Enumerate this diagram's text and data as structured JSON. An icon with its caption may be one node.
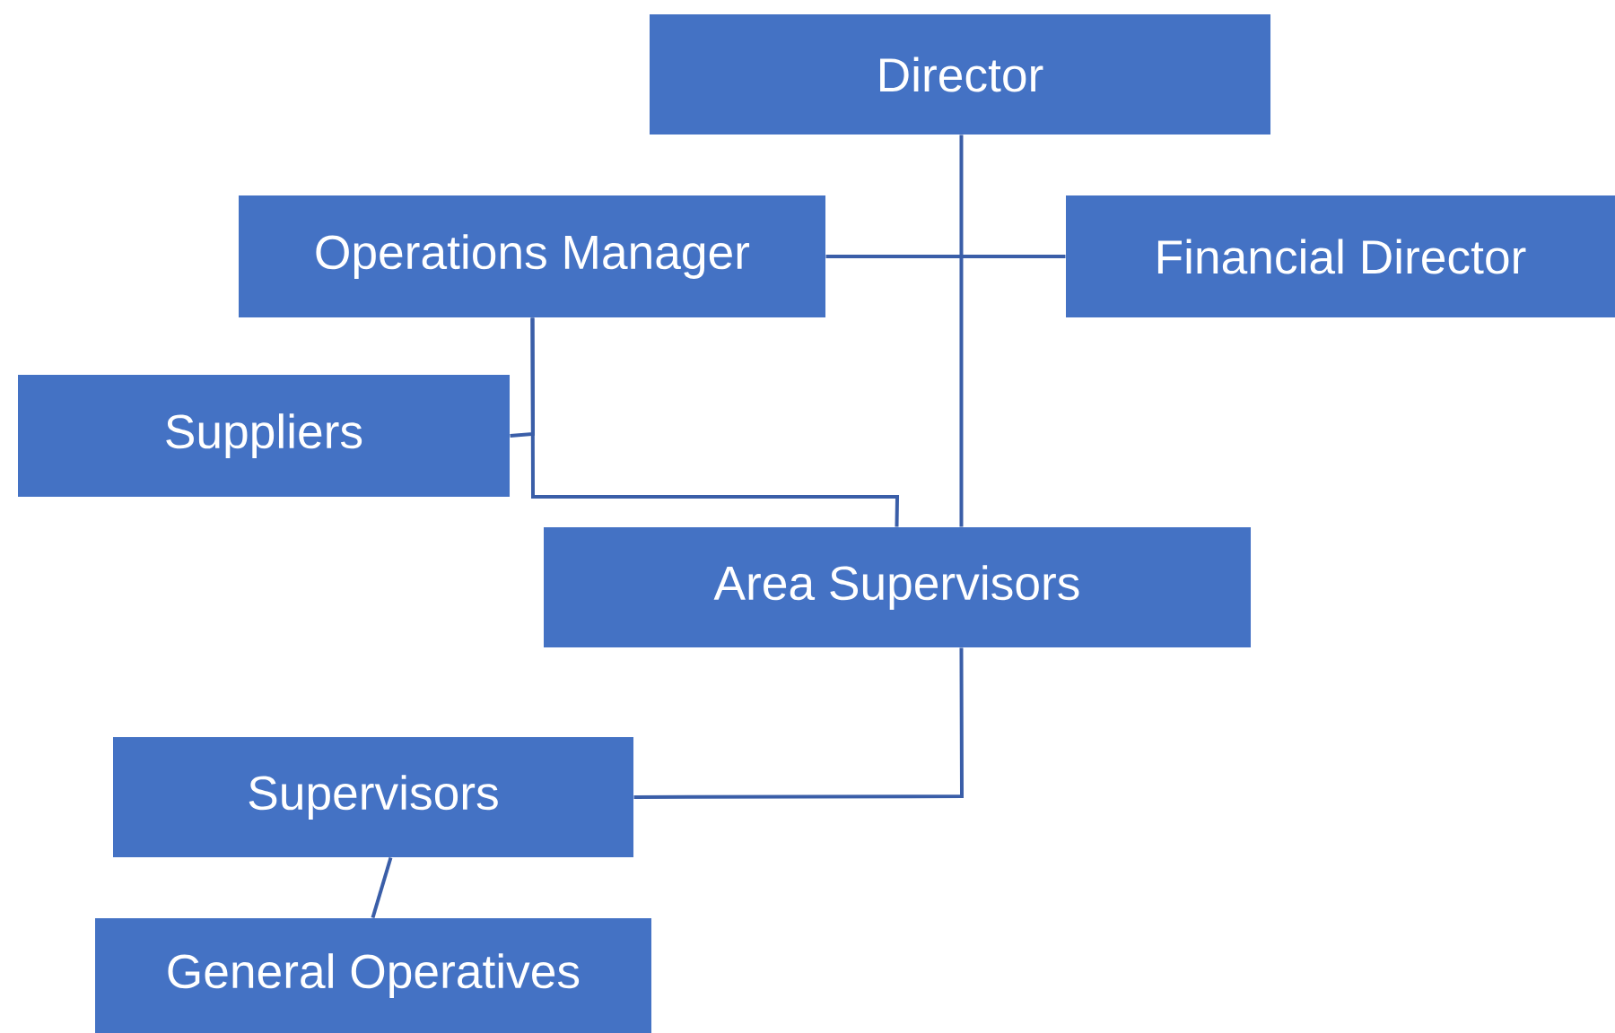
{
  "diagram": {
    "nodes": [
      {
        "text": [
          "Director"
        ]
      },
      {
        "text": [
          "Operations Manager"
        ]
      },
      {
        "text": [
          "Financial Director"
        ]
      },
      {
        "text": [
          "Suppliers"
        ]
      },
      {
        "text": [
          "Area Supervisors"
        ]
      },
      {
        "text": [
          "Supervisors"
        ]
      },
      {
        "text": [
          "General Operatives"
        ]
      }
    ],
    "edges": [
      {
        "from": 0,
        "to": 4,
        "arrow": "none"
      },
      {
        "from": 1,
        "to": 2,
        "arrow": "none"
      },
      {
        "from": 1,
        "to": 4,
        "arrow": "none"
      },
      {
        "from": 3,
        "to": 1,
        "arrow": "none"
      },
      {
        "from": 4,
        "to": 5,
        "arrow": "none"
      },
      {
        "from": 5,
        "to": 6,
        "arrow": "none"
      }
    ]
  }
}
